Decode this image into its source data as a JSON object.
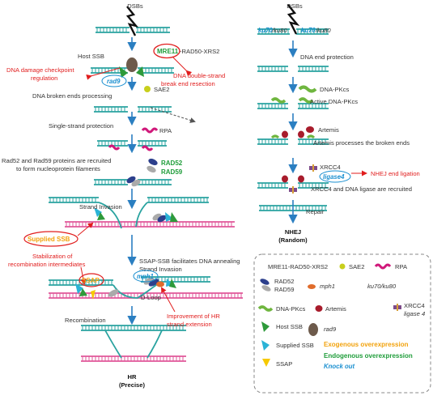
{
  "hr": {
    "dsbs": "DSBs",
    "host_ssb": "Host SSB",
    "mre11": "MRE11",
    "mre11_rest": "-RAD50-XRS2",
    "checkpoint": [
      "DNA damage checkpoint",
      "regulation"
    ],
    "rad9": "rad9",
    "resection": [
      "DNA double-strand",
      "break end resection"
    ],
    "sae2": "SAE2",
    "processing": "DNA broken ends processing",
    "protection": "Single-strand protection",
    "rpa": "RPA",
    "recruit": [
      "Rad52 and Rad59 proteins are recruited",
      "to form nucleoprotein filaments"
    ],
    "rad52": "RAD52",
    "rad59": "RAD59",
    "invasion": "Strand Invasion",
    "supplied_ssb": "Supplied SSB",
    "stabilization": [
      "Stabilization of",
      "recombination intermediates"
    ],
    "ssap_note": [
      "SSAP-SSB facilitates DNA annealing",
      "Strand Invasion"
    ],
    "ssap": "SSAP",
    "mph1": "mph1",
    "dloop": "D-Loop",
    "improvement": [
      "Improvement of HR",
      "strand extension"
    ],
    "recombination": "Recombination",
    "title": "HR",
    "subtitle": "(Precise)"
  },
  "nhej": {
    "dsbs": "DSBs",
    "ku70a": "ku70",
    "ku80a": "/ku80",
    "ku70b": "ku70",
    "ku80b": "/ku80",
    "end_protection": "DNA end protection",
    "dnapkcs": "DNA-PKcs",
    "active": "Active DNA-PKcs",
    "artemis": "Artemis",
    "artemis_note": "Artemis processes the broken ends",
    "xrcc4": "XRCC4",
    "ligase4": "ligase4",
    "ligation": "NHEJ end ligation",
    "recruited": "XRCC4 and DNA ligase are recruited",
    "repair": "Repair",
    "title": "NHEJ",
    "subtitle": "(Random)"
  },
  "legend": {
    "mre": "MRE11-RAD50-XRS2",
    "sae2": "SAE2",
    "rpa": "RPA",
    "rad52": "RAD52",
    "rad59": "RAD59",
    "mph1": "mph1",
    "ku": "ku70/ku80",
    "dnapkcs": "DNA-PKcs",
    "artemis": "Artemis",
    "xrcc4": "XRCC4",
    "ligase4": "ligase 4",
    "host_ssb": "Host SSB",
    "rad9": "rad9",
    "supplied_ssb": "Supplied SSB",
    "ssap": "SSAP",
    "exo": "Exogenous overexpression",
    "endo": "Endogenous overexpression",
    "ko": "Knock out"
  },
  "colors": {
    "dna_teal": "#2aa3a0",
    "dna_pink": "#e0579a",
    "arrow_blue": "#2b7fc1",
    "red": "#e11d1d",
    "orange": "#f2a20c",
    "green": "#1f9d3a",
    "cyan": "#1a8fd0"
  }
}
